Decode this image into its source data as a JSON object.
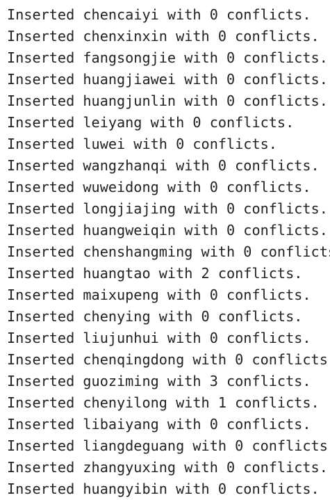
{
  "console": {
    "lines": [
      "Inserted chencaiyi with 0 conflicts.",
      "Inserted chenxinxin with 0 conflicts.",
      "Inserted fangsongjie with 0 conflicts.",
      "Inserted huangjiawei with 0 conflicts.",
      "Inserted huangjunlin with 0 conflicts.",
      "Inserted leiyang with 0 conflicts.",
      "Inserted luwei with 0 conflicts.",
      "Inserted wangzhanqi with 0 conflicts.",
      "Inserted wuweidong with 0 conflicts.",
      "Inserted longjiajing with 0 conflicts.",
      "Inserted huangweiqin with 0 conflicts.",
      "Inserted chenshangming with 0 conflicts",
      "Inserted huangtao with 2 conflicts.",
      "Inserted maixupeng with 0 conflicts.",
      "Inserted chenying with 0 conflicts.",
      "Inserted liujunhui with 0 conflicts.",
      "Inserted chenqingdong with 0 conflicts.",
      "Inserted guoziming with 3 conflicts.",
      "Inserted chenyilong with 1 conflicts.",
      "Inserted libaiyang with 0 conflicts.",
      "Inserted liangdeguang with 0 conflicts.",
      "Inserted zhangyuxing with 0 conflicts.",
      "Inserted huangyibin with 0 conflicts."
    ]
  }
}
